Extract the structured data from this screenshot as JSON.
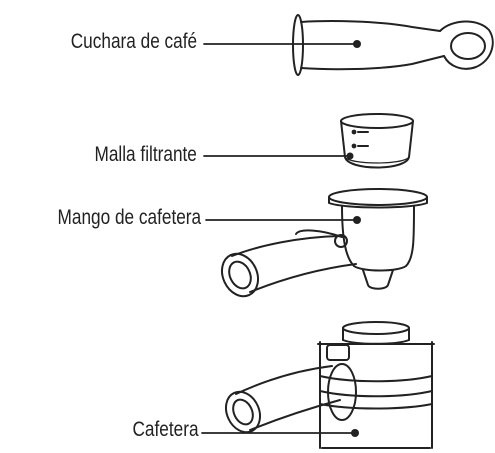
{
  "labels": {
    "scoop": "Cuchara de café",
    "filter": "Malla filtrante",
    "handle": "Mango de cafetera",
    "pot": "Cafetera"
  },
  "colors": {
    "line": "#222222",
    "background": "#ffffff"
  }
}
